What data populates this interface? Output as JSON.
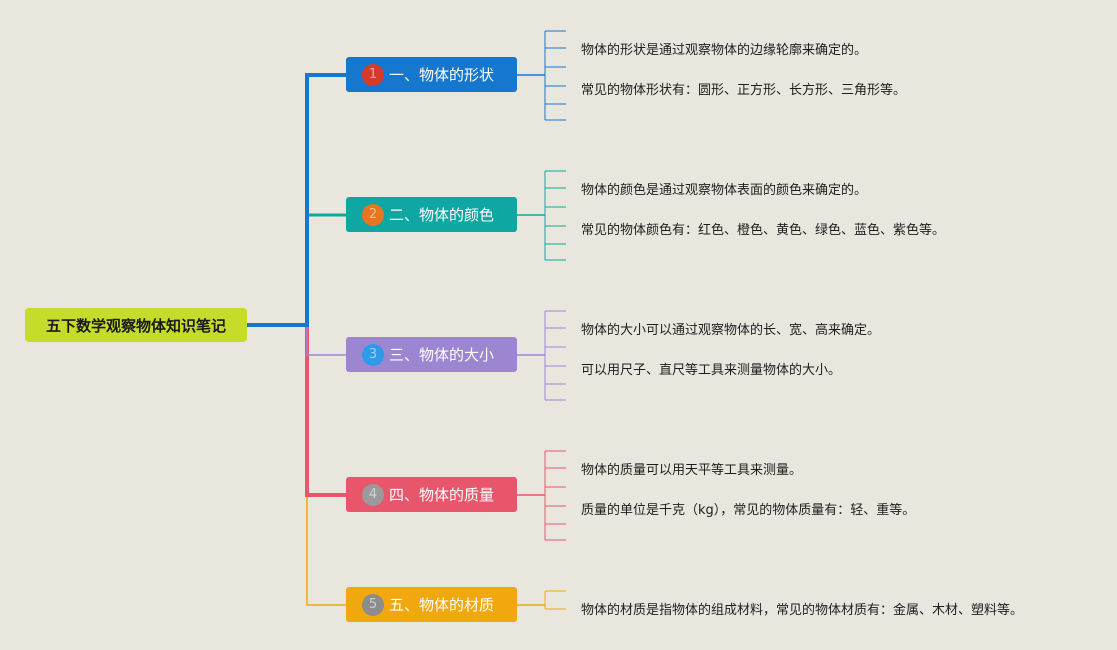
{
  "root": {
    "title": "五下数学观察物体知识笔记"
  },
  "branches": [
    {
      "label": "一、物体的形状",
      "number": "1",
      "color": "#1677cf",
      "badge_color": "#d63a2b",
      "notes": [
        "物体的形状是通过观察物体的边缘轮廓来确定的。",
        "常见的物体形状有：圆形、正方形、长方形、三角形等。"
      ]
    },
    {
      "label": "二、物体的颜色",
      "number": "2",
      "color": "#10a7a2",
      "badge_color": "#e8751f",
      "notes": [
        "物体的颜色是通过观察物体表面的颜色来确定的。",
        "常见的物体颜色有：红色、橙色、黄色、绿色、蓝色、紫色等。"
      ]
    },
    {
      "label": "三、物体的大小",
      "number": "3",
      "color": "#9d86d1",
      "badge_color": "#2d9be8",
      "notes": [
        "物体的大小可以通过观察物体的长、宽、高来确定。",
        "可以用尺子、直尺等工具来测量物体的大小。"
      ]
    },
    {
      "label": "四、物体的质量",
      "number": "4",
      "color": "#e8566c",
      "badge_color": "#9a9a9a",
      "notes": [
        "物体的质量可以用天平等工具来测量。",
        "质量的单位是千克（kg），常见的物体质量有：轻、重等。"
      ]
    },
    {
      "label": "五、物体的材质",
      "number": "5",
      "color": "#f0a80e",
      "badge_color": "#8c8c8c",
      "notes": [
        "物体的材质是指物体的组成材料，常见的物体材质有：金属、木材、塑料等。"
      ]
    }
  ]
}
